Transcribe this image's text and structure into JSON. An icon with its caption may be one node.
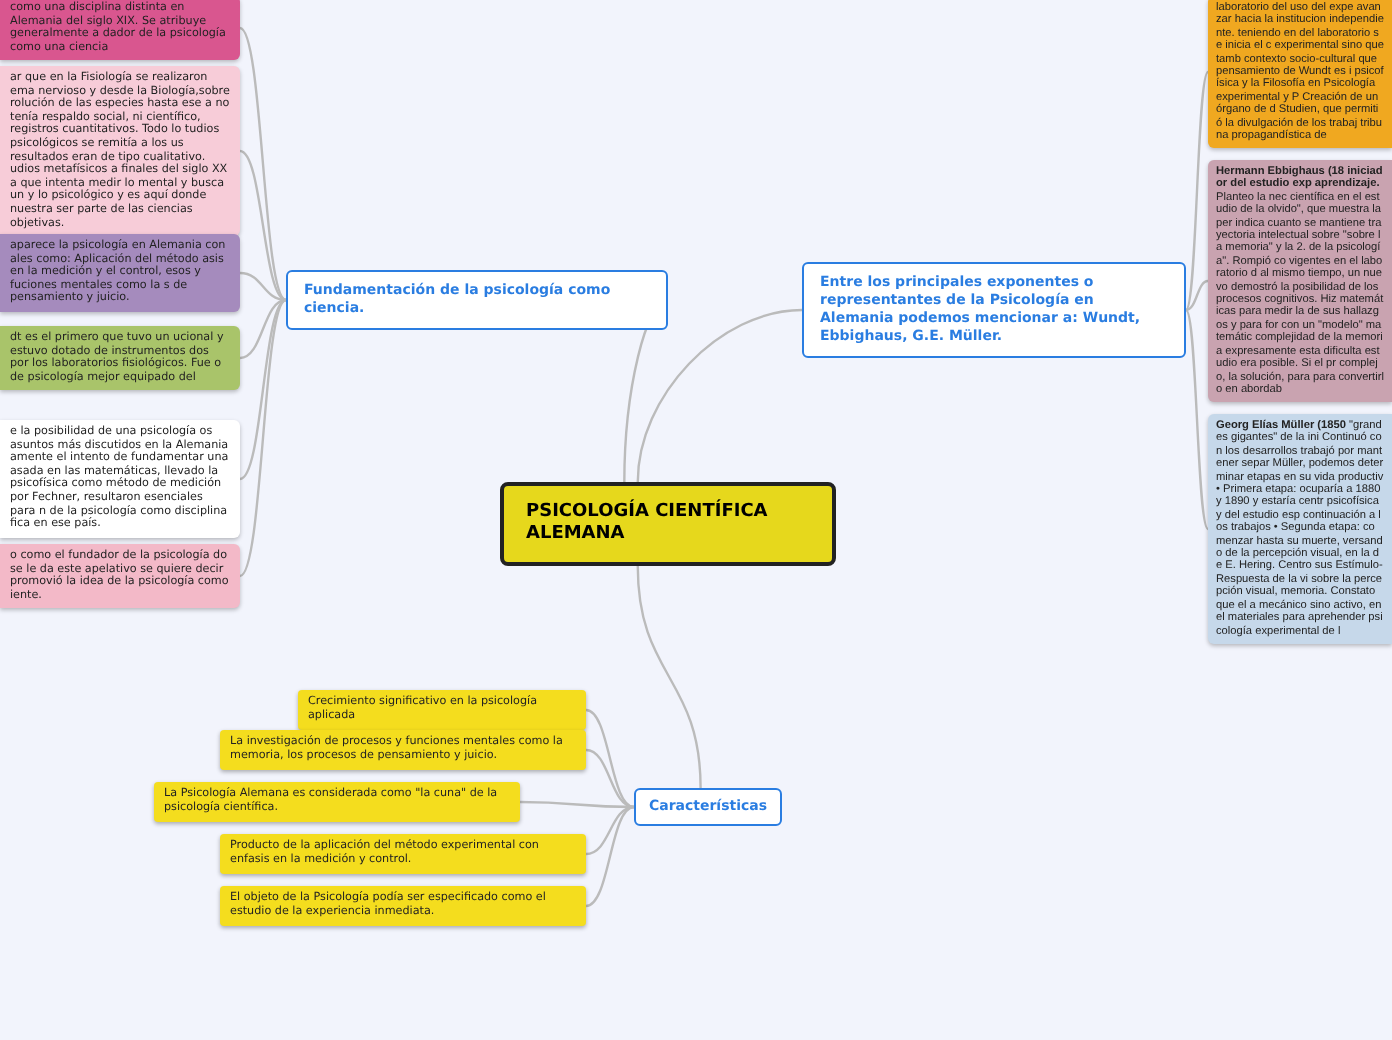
{
  "diagram": {
    "nodes": [
      {
        "text": [
          "PSICOLOGÍA CIENTÍFICA ALEMANA"
        ]
      },
      {
        "text": [
          "Fundamentación de la psicología como ciencia."
        ]
      },
      {
        "text": [
          "como una disciplina distinta en Alemania del siglo XIX. Se atribuye generalmente a dador de la psicología como una ciencia"
        ]
      },
      {
        "text": [
          "ar que en la Fisiología se realizaron ema nervioso y desde la Biología,sobre rolución de las especies hasta ese a no tenía respaldo social, ni científico, registros cuantitativos. Todo lo tudios psicológicos se remitía a los us resultados eran de tipo cualitativo. udios metafísicos a finales del siglo XX a que intenta medir lo mental y busca un y lo psicológico y es aquí donde nuestra ser parte de las ciencias objetivas."
        ]
      },
      {
        "text": [
          "aparece la psicología en Alemania con ales como: Aplicación del método asis en la medición y el control, esos y fuciones mentales como la s de pensamiento y juicio."
        ]
      },
      {
        "text": [
          "dt es el primero que tuvo un ucional y estuvo dotado de instrumentos dos por los laboratorios fisiológicos. Fue o de psicología mejor equipado del"
        ]
      },
      {
        "text": [
          "e la posibilidad de una psicología os asuntos más discutidos en la Alemania amente el intento de fundamentar una asada en las matemáticas, llevado la psicofísica como método de medición por Fechner, resultaron esenciales para n de la psicología como disciplina fica en ese país."
        ]
      },
      {
        "text": [
          "o como el fundador de la psicología do se le da este apelativo se quiere decir promovió la idea de la psicología como iente."
        ]
      },
      {
        "text": [
          "Entre los principales exponentes o representantes de la Psicología en Alemania podemos mencionar a: Wundt, Ebbighaus, G.E. Müller."
        ]
      },
      {
        "text": [
          "laboratorio del uso del expe avanzar hacia la institucion independiente. teniendo en del laboratorio se inicia el c experimental sino que tamb contexto socio-cultural que pensamiento de Wundt es i psicofísica y la Filosofía en Psicología experimental y P Creación de un órgano de d Studien, que permitió la divulgación de los trabaj tribuna propagandística de"
        ]
      },
      {
        "text": [
          "**Hermann Ebbighaus (18 iniciador del estudio exp aprendizaje.** Planteo la nec científica en el estudio de la olvido\", que muestra la per indica cuanto se mantiene trayectoria intelectual sobre \"sobre la memoria\" y la 2. de la psicología\". Rompió co vigentes en el laboratorio d al mismo tiempo, un nuevo demostró la posibilidad de los procesos cognitivos. Hiz matemáticas para medir la de sus hallazgos y para for con un \"modelo\" matemátic complejidad de la memoria expresamente esta dificulta estudio era posible. Si el pr complejo, la solución, para para convertirlo en abordab"
        ]
      },
      {
        "text": [
          "**Georg Elías Müller (1850** \"grandes gigantes\" de la ini Continuó con los desarrollos trabajó por mantener separ Müller, podemos determinar etapas en su vida productiv • Primera etapa: ocuparía a 1880 y 1890 y estaría centr psicofísica y del estudio esp continuación a los trabajos • Segunda etapa: comenzar hasta su muerte, versando de la percepción visual, en la de E. Hering. Centro sus Estímulo-Respuesta de la vi sobre la percepción visual, memoria. Constato que el a mecánico sino activo, en el materiales para aprehender psicología experimental de l"
        ]
      },
      {
        "text": [
          "Características"
        ]
      },
      {
        "text": [
          "Crecimiento significativo en la psicología aplicada"
        ]
      },
      {
        "text": [
          "La investigación de procesos y funciones mentales como la memoria, los procesos de pensamiento y juicio."
        ]
      },
      {
        "text": [
          "La Psicología Alemana es considerada como \"la cuna\" de la psicología científica."
        ]
      },
      {
        "text": [
          "Producto de la aplicación del método experimental con enfasis en la medición y control."
        ]
      },
      {
        "text": [
          "El objeto de la Psicología podía ser especificado como el estudio de la experiencia inmediata."
        ]
      }
    ],
    "edges": [
      {
        "from": 0,
        "to": 1,
        "arrow": "none"
      },
      {
        "from": 0,
        "to": 8,
        "arrow": "none"
      },
      {
        "from": 0,
        "to": 12,
        "arrow": "none"
      },
      {
        "from": 1,
        "to": 2,
        "arrow": "none"
      },
      {
        "from": 1,
        "to": 3,
        "arrow": "none"
      },
      {
        "from": 1,
        "to": 4,
        "arrow": "none"
      },
      {
        "from": 1,
        "to": 5,
        "arrow": "none"
      },
      {
        "from": 1,
        "to": 6,
        "arrow": "none"
      },
      {
        "from": 1,
        "to": 7,
        "arrow": "none"
      },
      {
        "from": 8,
        "to": 9,
        "arrow": "none"
      },
      {
        "from": 8,
        "to": 10,
        "arrow": "none"
      },
      {
        "from": 8,
        "to": 11,
        "arrow": "none"
      },
      {
        "from": 12,
        "to": 13,
        "arrow": "none"
      },
      {
        "from": 12,
        "to": 14,
        "arrow": "none"
      },
      {
        "from": 12,
        "to": 15,
        "arrow": "none"
      },
      {
        "from": 12,
        "to": 16,
        "arrow": "none"
      },
      {
        "from": 12,
        "to": 17,
        "arrow": "none"
      }
    ]
  }
}
